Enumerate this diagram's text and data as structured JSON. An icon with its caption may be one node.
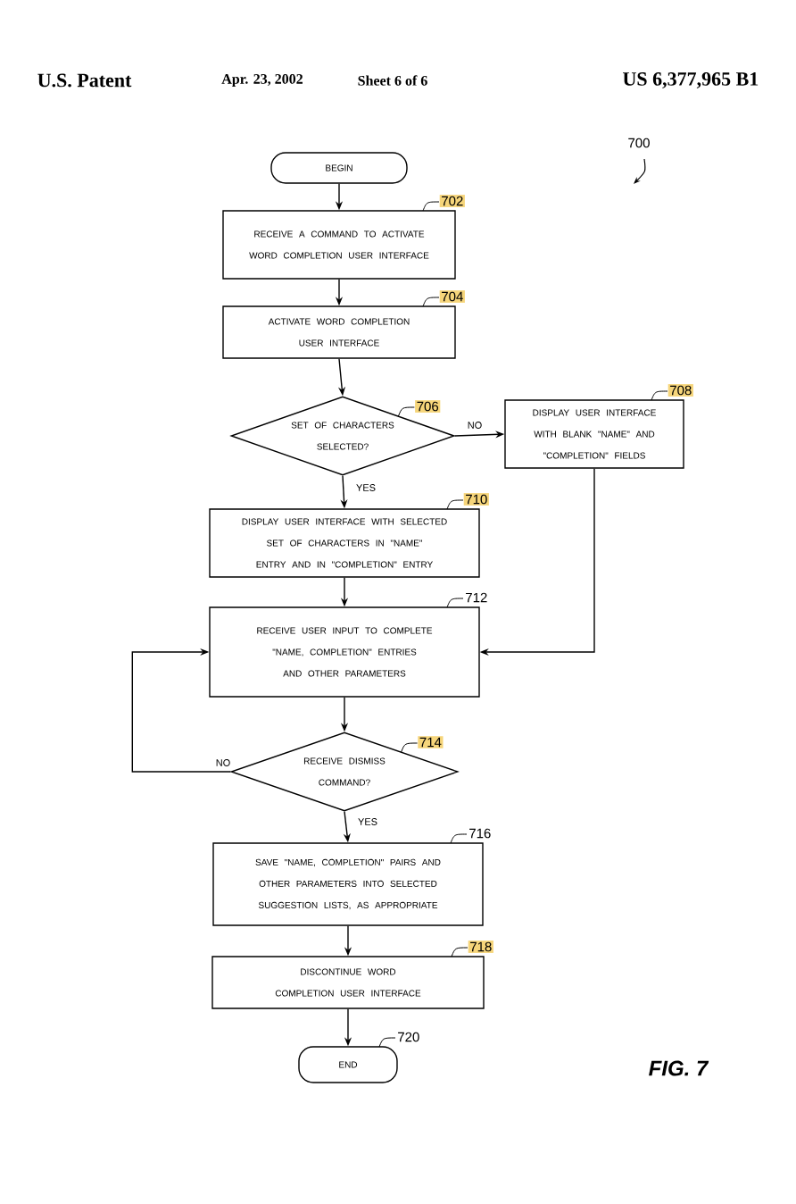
{
  "diagram": {
    "nodes": [
      {
        "text": [
          "BEGIN"
        ]
      },
      {
        "text": [
          "RECEIVE A COMMAND TO ACTIVATE WORD COMPLETION USER INTERFACE"
        ],
        "beside": [
          "702"
        ]
      },
      {
        "text": [
          "ACTIVATE WORD COMPLETION USER INTERFACE"
        ],
        "beside": [
          "704"
        ]
      },
      {
        "text": [
          "SET OF CHARACTERS SELECTED?"
        ],
        "beside": [
          "706"
        ]
      },
      {
        "text": [
          "DISPLAY USER INTERFACE WITH BLANK \"NAME\" AND \"COMPLETION\" FIELDS"
        ],
        "beside": [
          "708"
        ]
      },
      {
        "text": [
          "DISPLAY USER INTERFACE WITH SELECTED SET OF CHARACTERS IN \"NAME\" ENTRY AND IN \"COMPLETION\" ENTRY"
        ],
        "beside": [
          "710"
        ]
      },
      {
        "text": [
          "RECEIVE USER INPUT TO COMPLETE \"NAME, COMPLETION\" ENTRIES AND OTHER PARAMETERS"
        ],
        "beside": [
          "712"
        ]
      },
      {
        "text": [
          "RECEIVE DISMISS COMMAND?"
        ],
        "beside": [
          "714"
        ]
      },
      {
        "text": [
          "SAVE \"NAME, COMPLETION\" PAIRS AND OTHER PARAMETERS INTO SELECTED SUGGESTION LISTS, AS APPROPRIATE"
        ],
        "beside": [
          "716"
        ]
      },
      {
        "text": [
          "DISCONTINUE WORD COMPLETION USER INTERFACE"
        ],
        "beside": [
          "718"
        ]
      },
      {
        "text": [
          "END"
        ],
        "beside": [
          "720"
        ]
      }
    ],
    "edges": [
      {
        "from": 0,
        "to": 1,
        "arrow": "to"
      },
      {
        "from": 1,
        "to": 2,
        "arrow": "to"
      },
      {
        "from": 2,
        "to": 3,
        "arrow": "to"
      },
      {
        "from": 3,
        "to": 4,
        "arrow": "to",
        "label": "NO"
      },
      {
        "from": 3,
        "to": 5,
        "arrow": "to",
        "label": "YES"
      },
      {
        "from": 4,
        "to": 6,
        "arrow": "to"
      },
      {
        "from": 5,
        "to": 6,
        "arrow": "to"
      },
      {
        "from": 6,
        "to": 7,
        "arrow": "to"
      },
      {
        "from": 7,
        "to": 6,
        "arrow": "to",
        "label": "NO"
      },
      {
        "from": 7,
        "to": 8,
        "arrow": "to",
        "label": "YES"
      },
      {
        "from": 8,
        "to": 9,
        "arrow": "to"
      },
      {
        "from": 9,
        "to": 10,
        "arrow": "to"
      }
    ],
    "labels": [
      "U.S. Patent",
      "Apr. 23, 2002",
      "Sheet 6 of 6",
      "US 6,377,965 B1",
      "700",
      "FIG. 7"
    ]
  }
}
